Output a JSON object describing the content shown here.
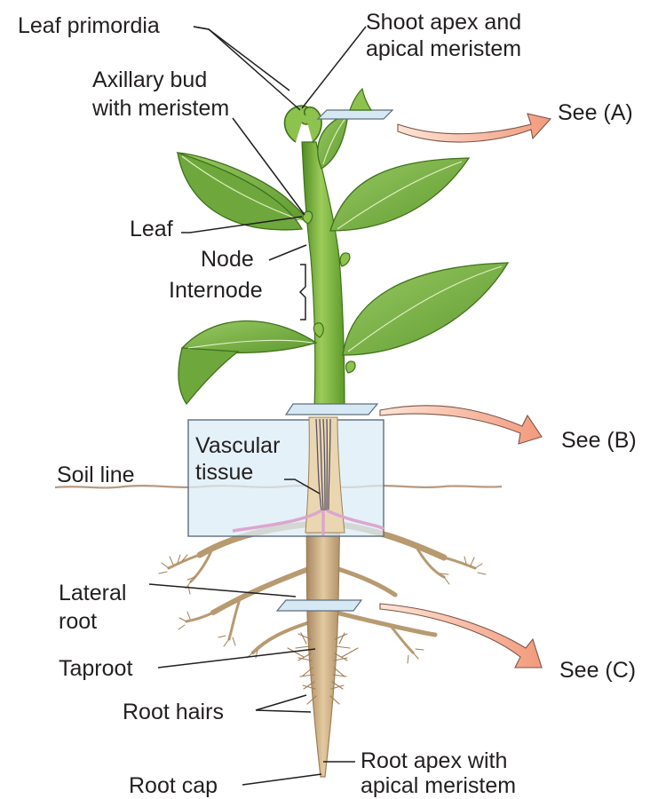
{
  "labels": {
    "leaf_primordia": "Leaf primordia",
    "shoot_apex_1": "Shoot apex and",
    "shoot_apex_2": "apical meristem",
    "axillary_1": "Axillary bud",
    "axillary_2": "with meristem",
    "see_a": "See (A)",
    "leaf": "Leaf",
    "node": "Node",
    "internode": "Internode",
    "see_b": "See (B)",
    "vascular_1": "Vascular",
    "vascular_2": "tissue",
    "soil_line": "Soil line",
    "lateral_1": "Lateral",
    "lateral_2": "root",
    "taproot": "Taproot",
    "see_c": "See (C)",
    "root_hairs": "Root hairs",
    "root_apex_1": "Root apex with",
    "root_apex_2": "apical meristem",
    "root_cap": "Root cap"
  },
  "colors": {
    "stem": "#7eb23a",
    "stem_dark": "#4f8a22",
    "leaf": "#7fb84a",
    "leaf_vein": "#d9ecb8",
    "root": "#c8aa80",
    "root_dark": "#9e7f55",
    "vascular": "#5a5366",
    "phloem_pink": "#dca6cf",
    "arrow": "#f6b49c",
    "arrow_edge": "#7a5548",
    "plane": "#d6e8f3",
    "soil": "#b79a82",
    "callout": "#231f20"
  }
}
